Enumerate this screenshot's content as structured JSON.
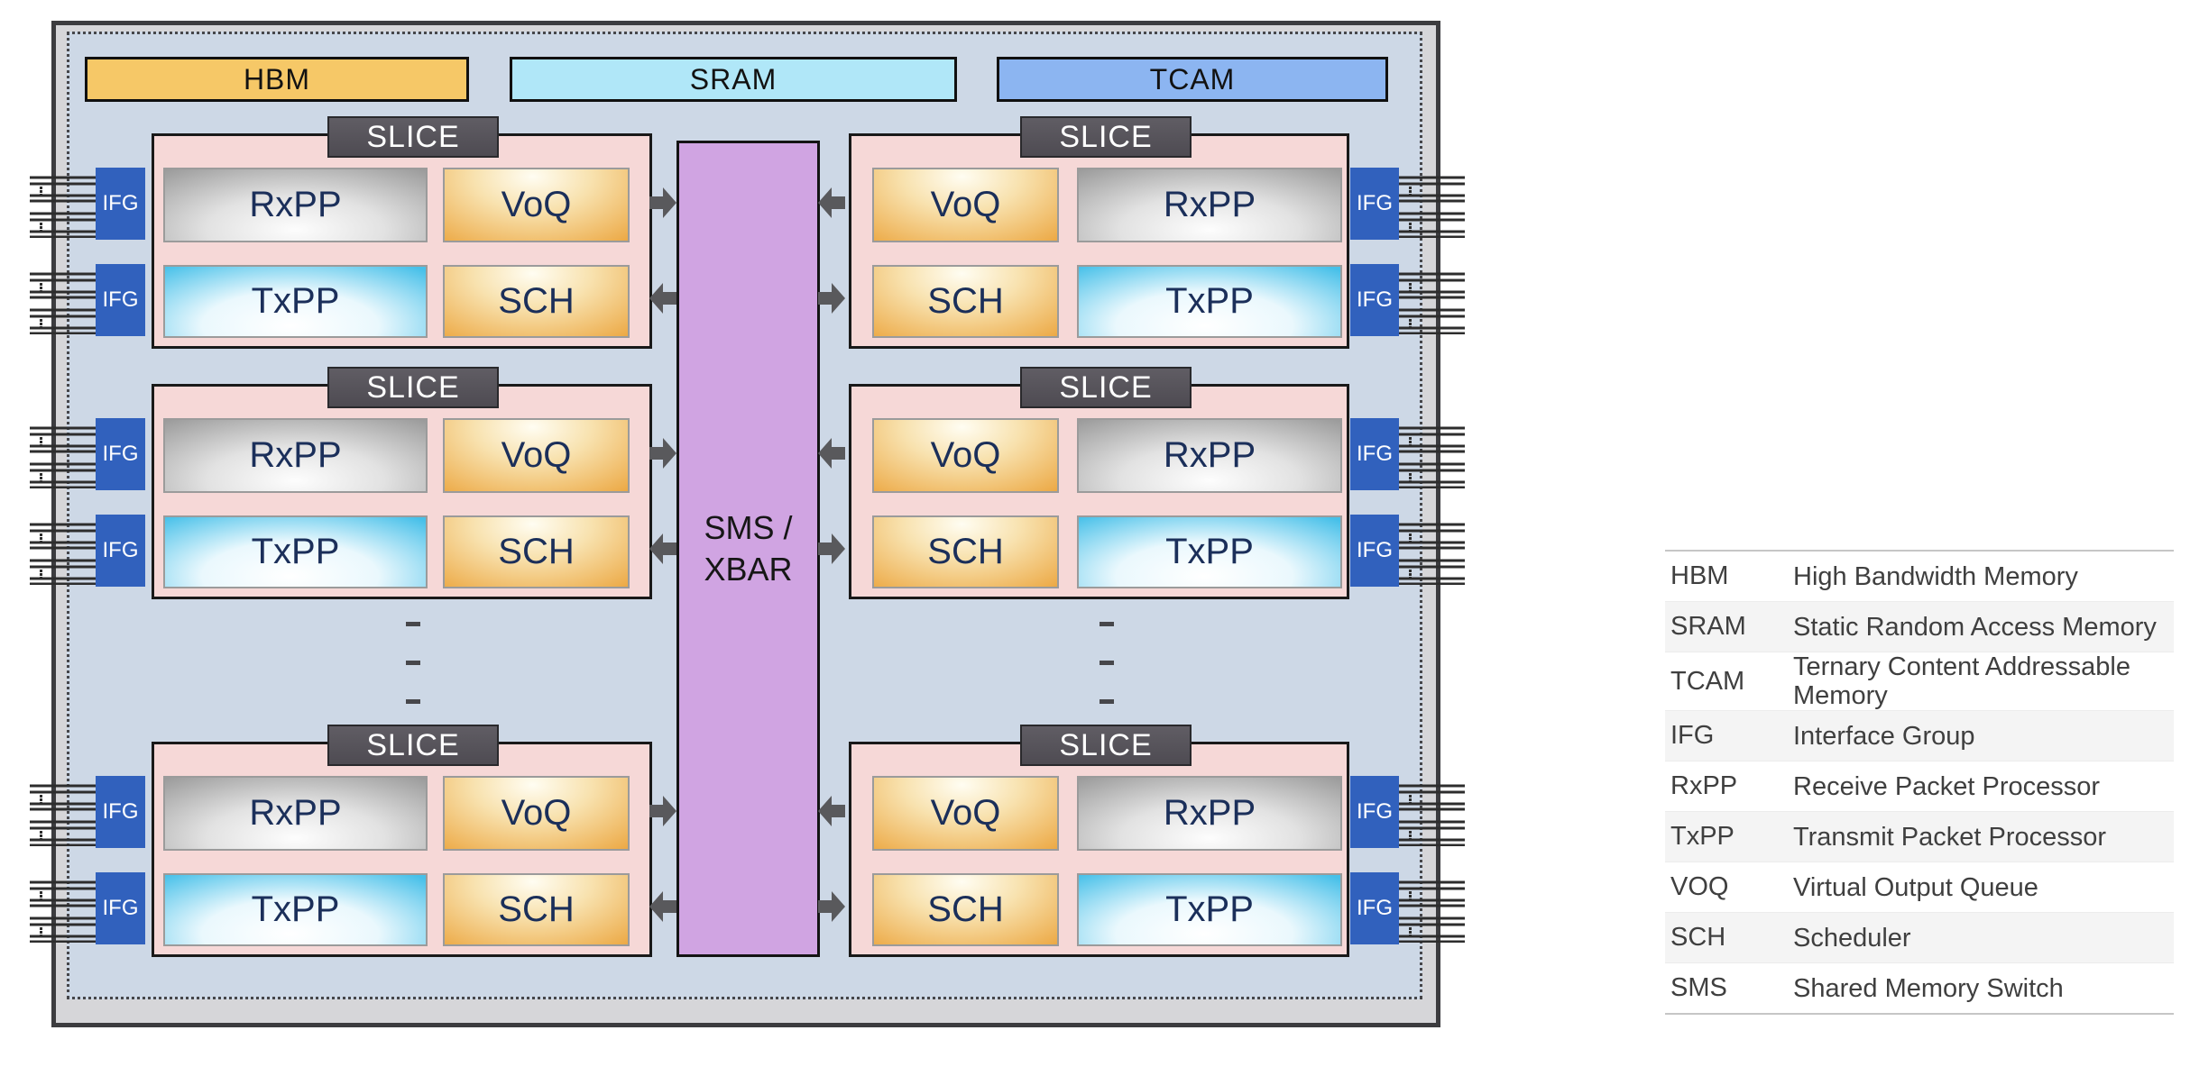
{
  "diagram": {
    "memories": {
      "hbm": "HBM",
      "sram": "SRAM",
      "tcam": "TCAM"
    },
    "slice_label": "SLICE",
    "blocks": {
      "rxpp": "RxPP",
      "txpp": "TxPP",
      "voq": "VoQ",
      "sch": "SCH"
    },
    "ifg_label": "IFG",
    "xbar_line1": "SMS /",
    "xbar_line2": "XBAR"
  },
  "legend": {
    "rows": [
      {
        "abbr": "HBM",
        "desc": "High Bandwidth Memory"
      },
      {
        "abbr": "SRAM",
        "desc": "Static Random Access Memory"
      },
      {
        "abbr": "TCAM",
        "desc": "Ternary Content Addressable Memory"
      },
      {
        "abbr": "IFG",
        "desc": "Interface Group"
      },
      {
        "abbr": "RxPP",
        "desc": "Receive Packet Processor"
      },
      {
        "abbr": "TxPP",
        "desc": "Transmit Packet Processor"
      },
      {
        "abbr": "VOQ",
        "desc": "Virtual Output Queue"
      },
      {
        "abbr": "SCH",
        "desc": "Scheduler"
      },
      {
        "abbr": "SMS",
        "desc": "Shared Memory Switch"
      }
    ]
  },
  "colors": {
    "frame": "#d6d6d9",
    "panel": "#cdd8e6",
    "hbm": "#f6c867",
    "sram": "#b0e7f8",
    "tcam": "#8cb5f1",
    "slice": "#f6d8d7",
    "ifg": "#3161bd",
    "xbar": "#d0a4e2",
    "arrow": "#59595c"
  }
}
